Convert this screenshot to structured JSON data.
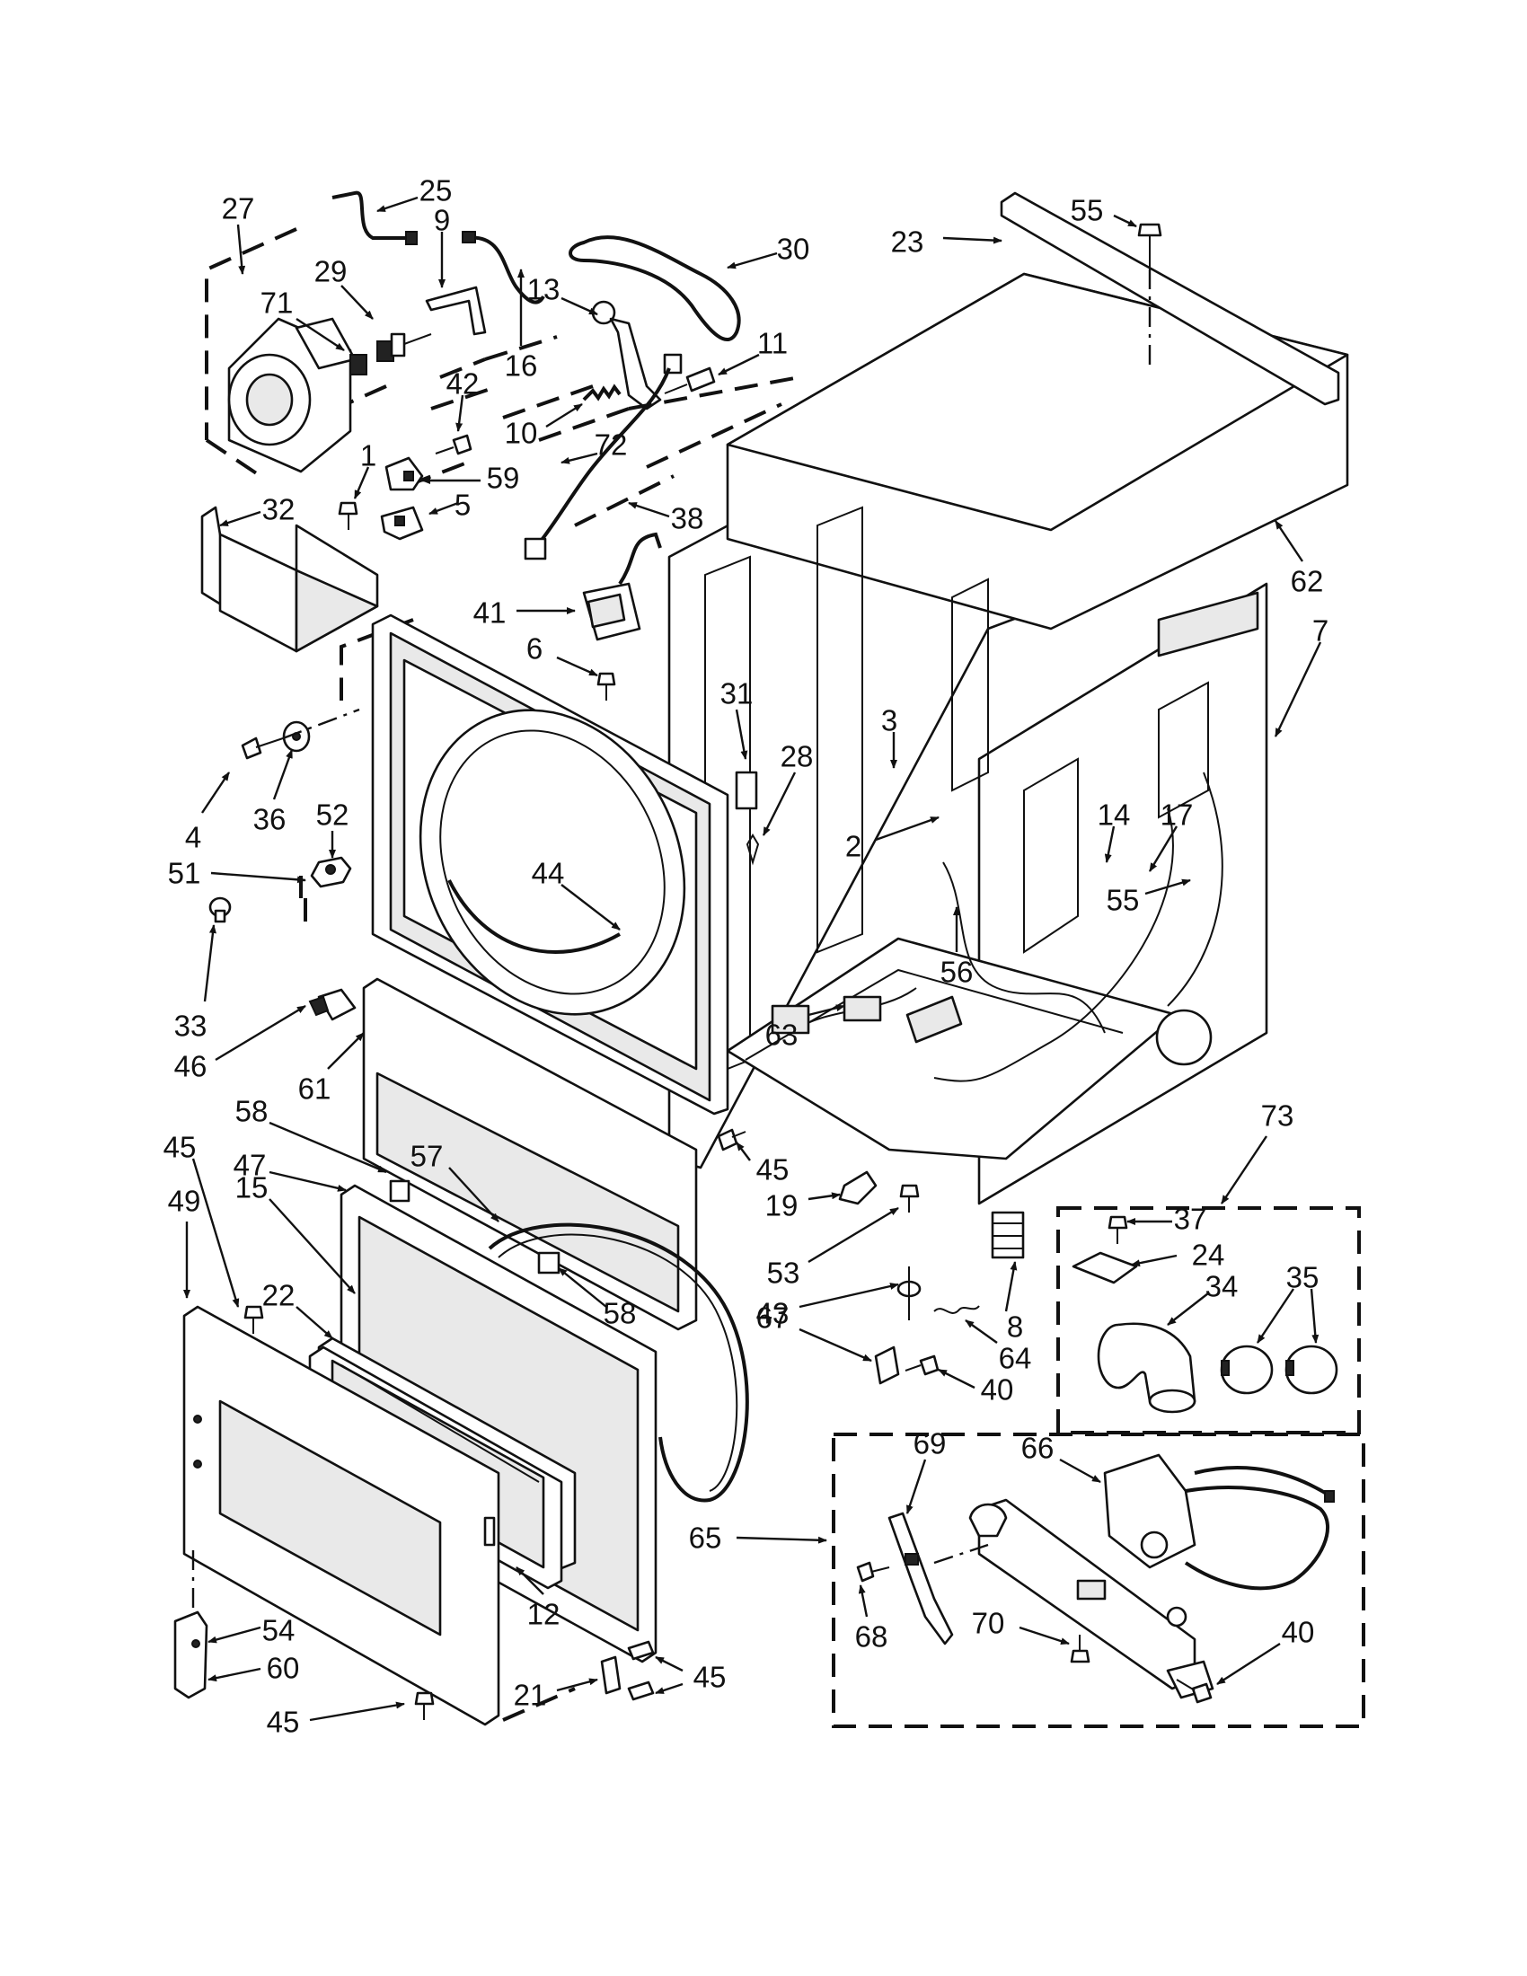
{
  "diagram": {
    "labels": [
      {
        "id": "p1",
        "text": "1"
      },
      {
        "id": "p2",
        "text": "2"
      },
      {
        "id": "p3",
        "text": "3"
      },
      {
        "id": "p4",
        "text": "4"
      },
      {
        "id": "p5",
        "text": "5"
      },
      {
        "id": "p6",
        "text": "6"
      },
      {
        "id": "p7",
        "text": "7"
      },
      {
        "id": "p8",
        "text": "8"
      },
      {
        "id": "p9",
        "text": "9"
      },
      {
        "id": "p10",
        "text": "10"
      },
      {
        "id": "p11",
        "text": "11"
      },
      {
        "id": "p12",
        "text": "12"
      },
      {
        "id": "p13",
        "text": "13"
      },
      {
        "id": "p14",
        "text": "14"
      },
      {
        "id": "p15",
        "text": "15"
      },
      {
        "id": "p16",
        "text": "16"
      },
      {
        "id": "p17",
        "text": "17"
      },
      {
        "id": "p19",
        "text": "19"
      },
      {
        "id": "p21",
        "text": "21"
      },
      {
        "id": "p22",
        "text": "22"
      },
      {
        "id": "p23",
        "text": "23"
      },
      {
        "id": "p24",
        "text": "24"
      },
      {
        "id": "p25",
        "text": "25"
      },
      {
        "id": "p27",
        "text": "27"
      },
      {
        "id": "p28",
        "text": "28"
      },
      {
        "id": "p29",
        "text": "29"
      },
      {
        "id": "p30",
        "text": "30"
      },
      {
        "id": "p31",
        "text": "31"
      },
      {
        "id": "p32",
        "text": "32"
      },
      {
        "id": "p33",
        "text": "33"
      },
      {
        "id": "p34",
        "text": "34"
      },
      {
        "id": "p35",
        "text": "35"
      },
      {
        "id": "p36",
        "text": "36"
      },
      {
        "id": "p37",
        "text": "37"
      },
      {
        "id": "p38",
        "text": "38"
      },
      {
        "id": "p40a",
        "text": "40"
      },
      {
        "id": "p40b",
        "text": "40"
      },
      {
        "id": "p41",
        "text": "41"
      },
      {
        "id": "p42",
        "text": "42"
      },
      {
        "id": "p43",
        "text": "43"
      },
      {
        "id": "p44",
        "text": "44"
      },
      {
        "id": "p45a",
        "text": "45"
      },
      {
        "id": "p45b",
        "text": "45"
      },
      {
        "id": "p45c",
        "text": "45"
      },
      {
        "id": "p45d",
        "text": "45"
      },
      {
        "id": "p46",
        "text": "46"
      },
      {
        "id": "p47",
        "text": "47"
      },
      {
        "id": "p49",
        "text": "49"
      },
      {
        "id": "p51",
        "text": "51"
      },
      {
        "id": "p52",
        "text": "52"
      },
      {
        "id": "p53",
        "text": "53"
      },
      {
        "id": "p54",
        "text": "54"
      },
      {
        "id": "p55a",
        "text": "55"
      },
      {
        "id": "p55b",
        "text": "55"
      },
      {
        "id": "p56",
        "text": "56"
      },
      {
        "id": "p57",
        "text": "57"
      },
      {
        "id": "p58a",
        "text": "58"
      },
      {
        "id": "p58b",
        "text": "58"
      },
      {
        "id": "p59",
        "text": "59"
      },
      {
        "id": "p60",
        "text": "60"
      },
      {
        "id": "p61",
        "text": "61"
      },
      {
        "id": "p62",
        "text": "62"
      },
      {
        "id": "p63",
        "text": "63"
      },
      {
        "id": "p64",
        "text": "64"
      },
      {
        "id": "p65",
        "text": "65"
      },
      {
        "id": "p66",
        "text": "66"
      },
      {
        "id": "p67",
        "text": "67"
      },
      {
        "id": "p68",
        "text": "68"
      },
      {
        "id": "p69",
        "text": "69"
      },
      {
        "id": "p70",
        "text": "70"
      },
      {
        "id": "p71",
        "text": "71"
      },
      {
        "id": "p72",
        "text": "72"
      },
      {
        "id": "p73",
        "text": "73"
      }
    ]
  }
}
